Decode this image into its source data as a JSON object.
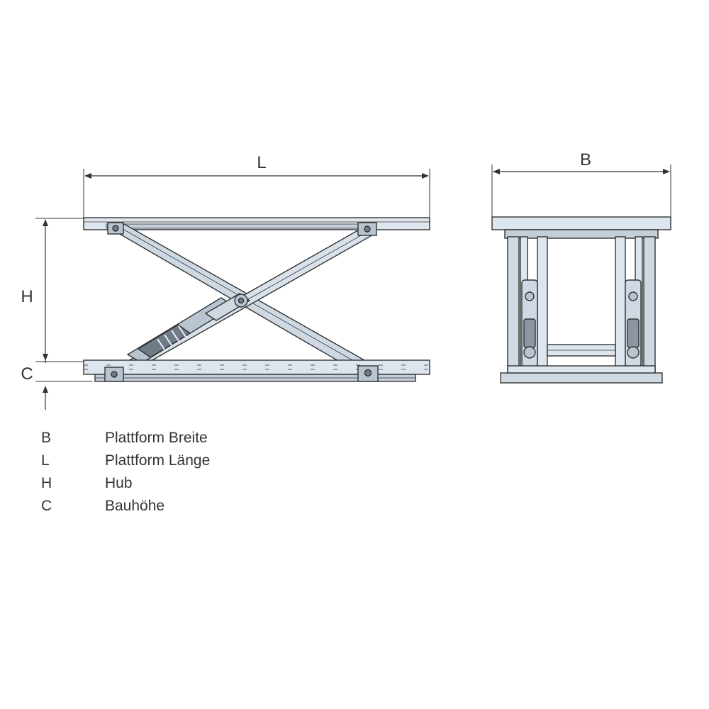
{
  "dimensions": {
    "length": "L",
    "width": "B",
    "lift": "H",
    "height": "C"
  },
  "legend": [
    {
      "key": "B",
      "text": "Plattform Breite"
    },
    {
      "key": "L",
      "text": "Plattform Länge"
    },
    {
      "key": "H",
      "text": "Hub"
    },
    {
      "key": "C",
      "text": "Bauhöhe"
    }
  ],
  "colors": {
    "line": "#333333",
    "platform": "#dde6ee",
    "steel": "#cfd9e3",
    "shade": "#8a96a2"
  }
}
